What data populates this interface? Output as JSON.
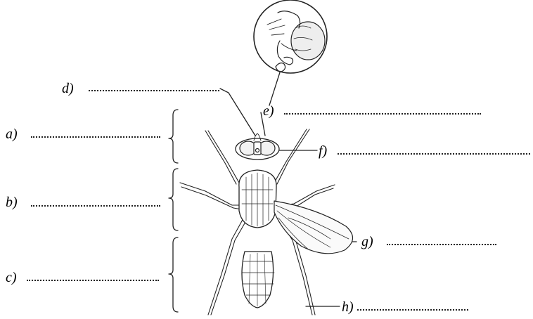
{
  "labels": {
    "a": "a)",
    "b": "b)",
    "c": "c)",
    "d": "d)",
    "e": "e)",
    "f": "f)",
    "g": "g)",
    "h": "h)"
  }
}
